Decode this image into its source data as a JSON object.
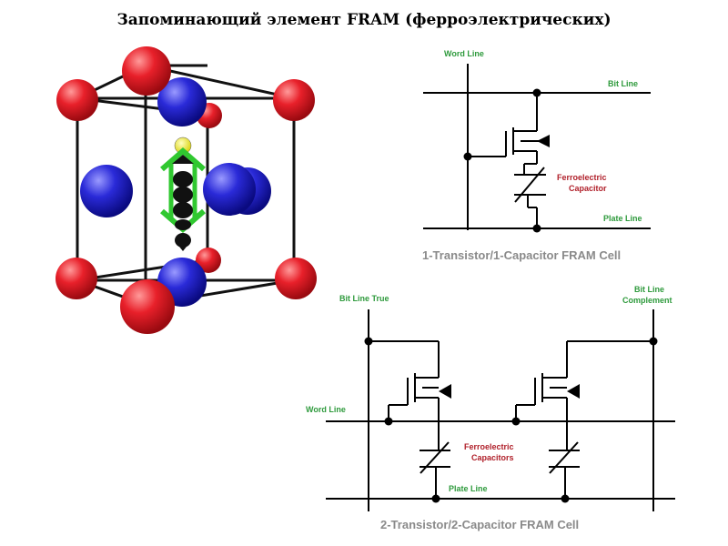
{
  "title": "Запоминающий элемент FRAM (ферроэлектрических)",
  "colors": {
    "wire": "#000000",
    "label_green": "#2e9a3c",
    "label_red": "#b0202a",
    "caption_grey": "#8a8a8a",
    "atom_red": "#e0202a",
    "atom_blue": "#2a2ad8",
    "atom_yellow": "#f0e020",
    "arrow_green": "#30c830"
  },
  "crystal": {
    "description_icon": "perovskite-unit-cell"
  },
  "cell_1t1c": {
    "word_line": "Word Line",
    "bit_line": "Bit Line",
    "plate_line": "Plate Line",
    "capacitor": [
      "Ferroelectric",
      "Capacitor"
    ],
    "caption": "1-Transistor/1-Capacitor FRAM Cell"
  },
  "cell_2t2c": {
    "bit_line_true": "Bit Line True",
    "bit_line_complement": [
      "Bit Line",
      "Complement"
    ],
    "word_line": "Word Line",
    "plate_line": "Plate Line",
    "capacitors": [
      "Ferroelectric",
      "Capacitors"
    ],
    "caption": "2-Transistor/2-Capacitor FRAM Cell"
  }
}
